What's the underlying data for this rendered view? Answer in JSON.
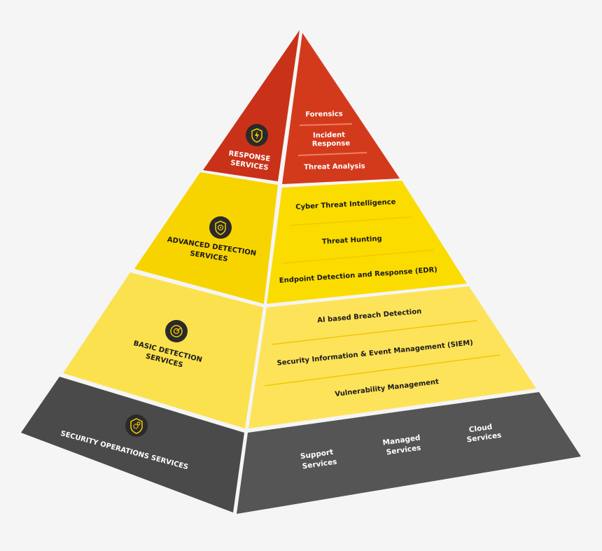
{
  "colors": {
    "background": "#f5f5f5",
    "red_left": "#c93218",
    "red_right": "#d33a1c",
    "yellow_dark_left": "#f7d400",
    "yellow_dark_right": "#fbdc00",
    "yellow_light_left": "#fbe14d",
    "yellow_light_right": "#fde35a",
    "gray_left": "#4a4a4a",
    "gray_right": "#555555",
    "divider_red": "#f08060",
    "divider_yellow": "#f0c800",
    "text_dark": "#1a1a1a",
    "text_light": "#ffffff",
    "icon_fill": "#2a2a2a",
    "icon_glyph": "#f2cd00"
  },
  "tiers": {
    "response": {
      "title_line1": "RESPONSE",
      "title_line2": "SERVICES",
      "icon": "lightning-shield-icon",
      "items": [
        "Forensics",
        "Incident",
        "Response",
        "Threat Analysis"
      ]
    },
    "advanced": {
      "title_line1": "ADVANCED DETECTION",
      "title_line2": "SERVICES",
      "icon": "target-shield-icon",
      "items": [
        "Cyber Threat Intelligence",
        "Threat Hunting",
        "Endpoint Detection and Response (EDR)"
      ]
    },
    "basic": {
      "title_line1": "BASIC DETECTION",
      "title_line2": "SERVICES",
      "icon": "radar-icon",
      "items": [
        "AI based Breach Detection",
        "Security Information & Event Management (SIEM)",
        "Vulnerability Management"
      ]
    },
    "operations": {
      "title": "SECURITY OPERATIONS SERVICES",
      "icon": "gear-shield-icon",
      "items": [
        {
          "line1": "Support",
          "line2": "Services"
        },
        {
          "line1": "Managed",
          "line2": "Services"
        },
        {
          "line1": "Cloud",
          "line2": "Services"
        }
      ]
    }
  }
}
